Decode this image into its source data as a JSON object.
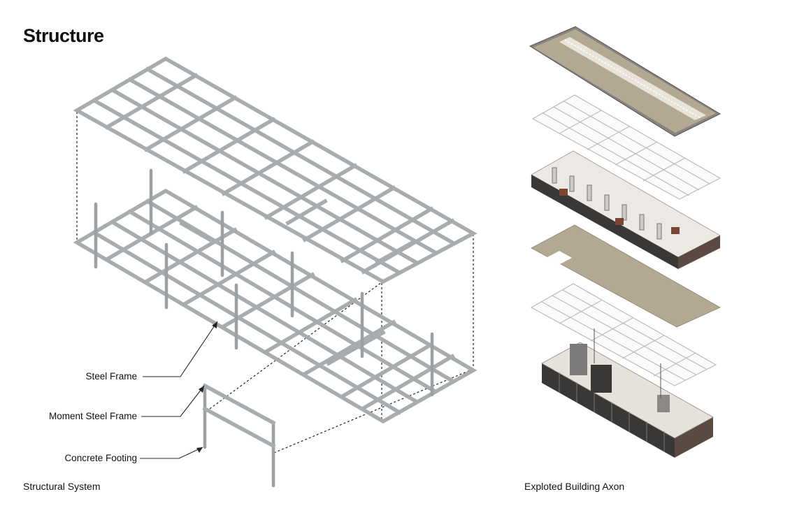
{
  "title": "Structure",
  "captions": {
    "left": "Structural System",
    "right": "Exploted Building Axon"
  },
  "callouts": {
    "steel_frame": "Steel Frame",
    "moment_frame": "Moment Steel Frame",
    "footing": "Concrete Footing"
  },
  "colors": {
    "steel": "#a8acae",
    "slab": "#b3a992",
    "wall_dark": "#3a3836",
    "wood": "#7a4632"
  }
}
